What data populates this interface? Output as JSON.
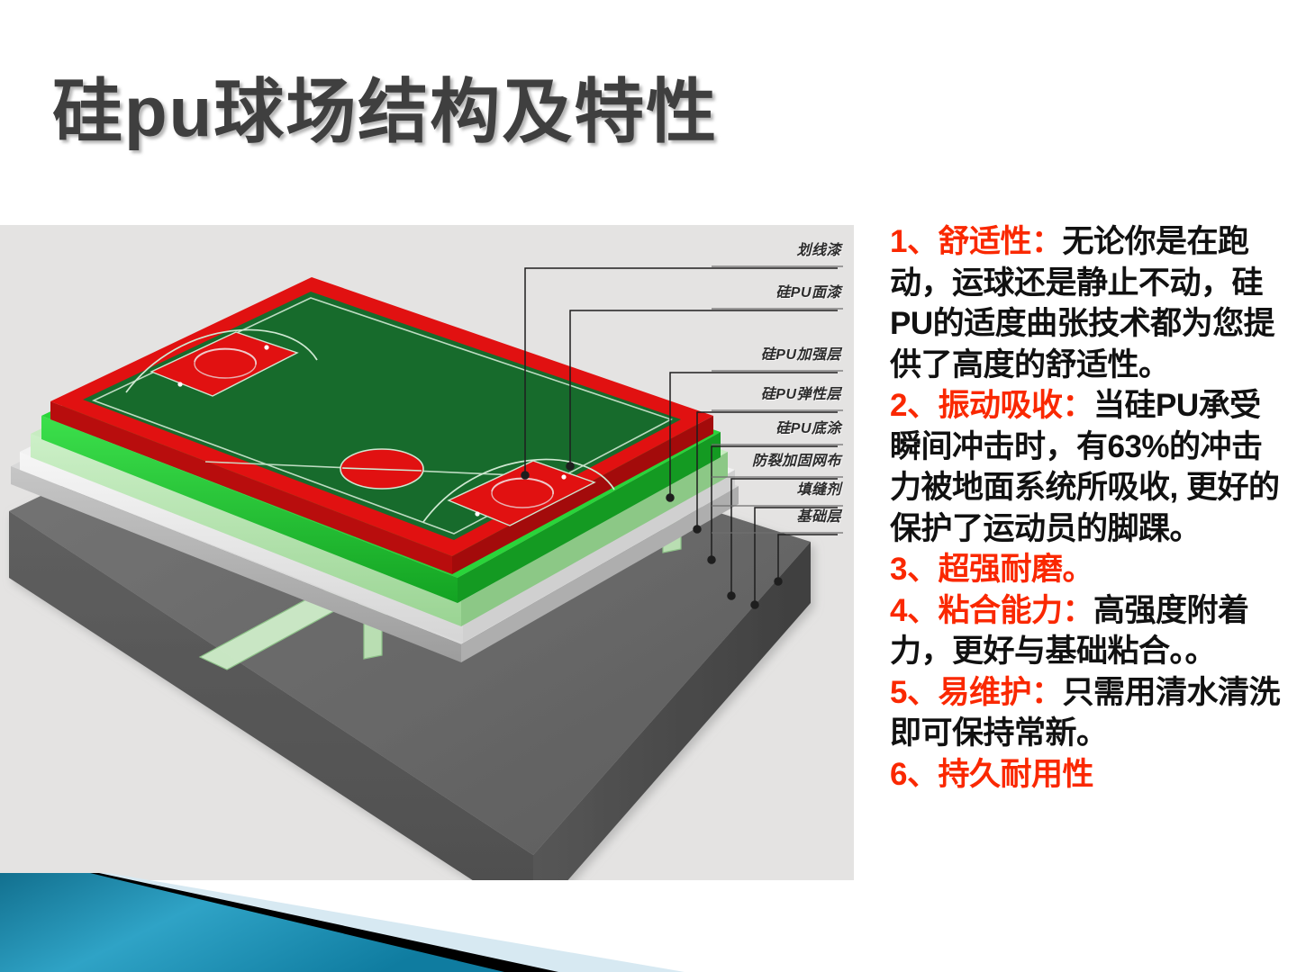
{
  "slide": {
    "title": "硅pu球场结构及特性",
    "title_color": "#3f3f3f",
    "accent_red": "#fa2800",
    "panel_bg": "#e4e3e2",
    "deco_blue": "#1b8cb0",
    "deco_light_blue": "#d7e9f2"
  },
  "figure": {
    "alt": "硅PU球场分层结构示意图",
    "layer_labels": [
      {
        "id": "line-paint",
        "text": "划线漆"
      },
      {
        "id": "surface-coat",
        "text": "硅PU面漆"
      },
      {
        "id": "reinforce-layer",
        "text": "硅PU加强层"
      },
      {
        "id": "elastic-layer",
        "text": "硅PU弹性层"
      },
      {
        "id": "primer",
        "text": "硅PU底涂"
      },
      {
        "id": "crack-mesh",
        "text": "防裂加固网布"
      },
      {
        "id": "joint-sealant",
        "text": "填缝剂"
      },
      {
        "id": "base-layer",
        "text": "基础层"
      }
    ],
    "colors": {
      "court_green": "#176b2c",
      "court_red": "#e11111",
      "court_line": "#cfe8d2",
      "reinforce_green": "#24cc33",
      "elastic_green": "#b2e6ac",
      "primer_white": "#efefef",
      "mesh_gray": "#b9b9b9",
      "concrete_top": "#6b6b6b",
      "concrete_front": "#5a5a5a",
      "concrete_side": "#4a4a4a",
      "joint_strip": "#b8e7b3"
    }
  },
  "bullets": [
    {
      "n": "1、",
      "head": "舒适性：",
      "body": "无论你是在跑动，运球还是静止不动，硅PU的适度曲张技术都为您提供了高度的舒适性。"
    },
    {
      "n": "2、",
      "head": "振动吸收：",
      "body": "当硅PU承受瞬间冲击时，有63%的冲击力被地面系统所吸收, 更好的保护了运动员的脚踝。"
    },
    {
      "n": "3、",
      "head": "超强耐磨。",
      "body": ""
    },
    {
      "n": "4、",
      "head": "粘合能力：",
      "body": "高强度附着力，更好与基础粘合。。"
    },
    {
      "n": "5、",
      "head": "易维护：",
      "body": "只需用清水清洗即可保持常新。"
    },
    {
      "n": "6、",
      "head": "持久耐用性",
      "body": ""
    }
  ]
}
